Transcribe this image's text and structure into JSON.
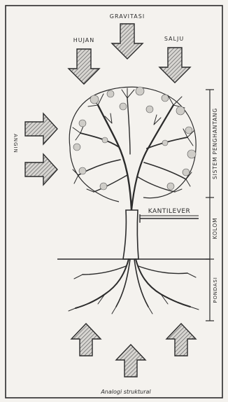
{
  "forces_top": {
    "gravitasi": "GRAVITASI",
    "hujan": "HUJAN",
    "salju": "SALJU"
  },
  "forces_side": {
    "angin": "ANGIN"
  },
  "zones": {
    "sistem_penghantang": "SISTEM PENGHANTANG",
    "kolom": "KOLOM",
    "pondasi": "PONDASI"
  },
  "annotations": {
    "kantilever": "KANTILEVER"
  },
  "caption": "Analogi struktural",
  "colors": {
    "ink": "#2b2b2b",
    "arrow_fill": "#9a9a9a",
    "paper": "#f4f2ee"
  }
}
